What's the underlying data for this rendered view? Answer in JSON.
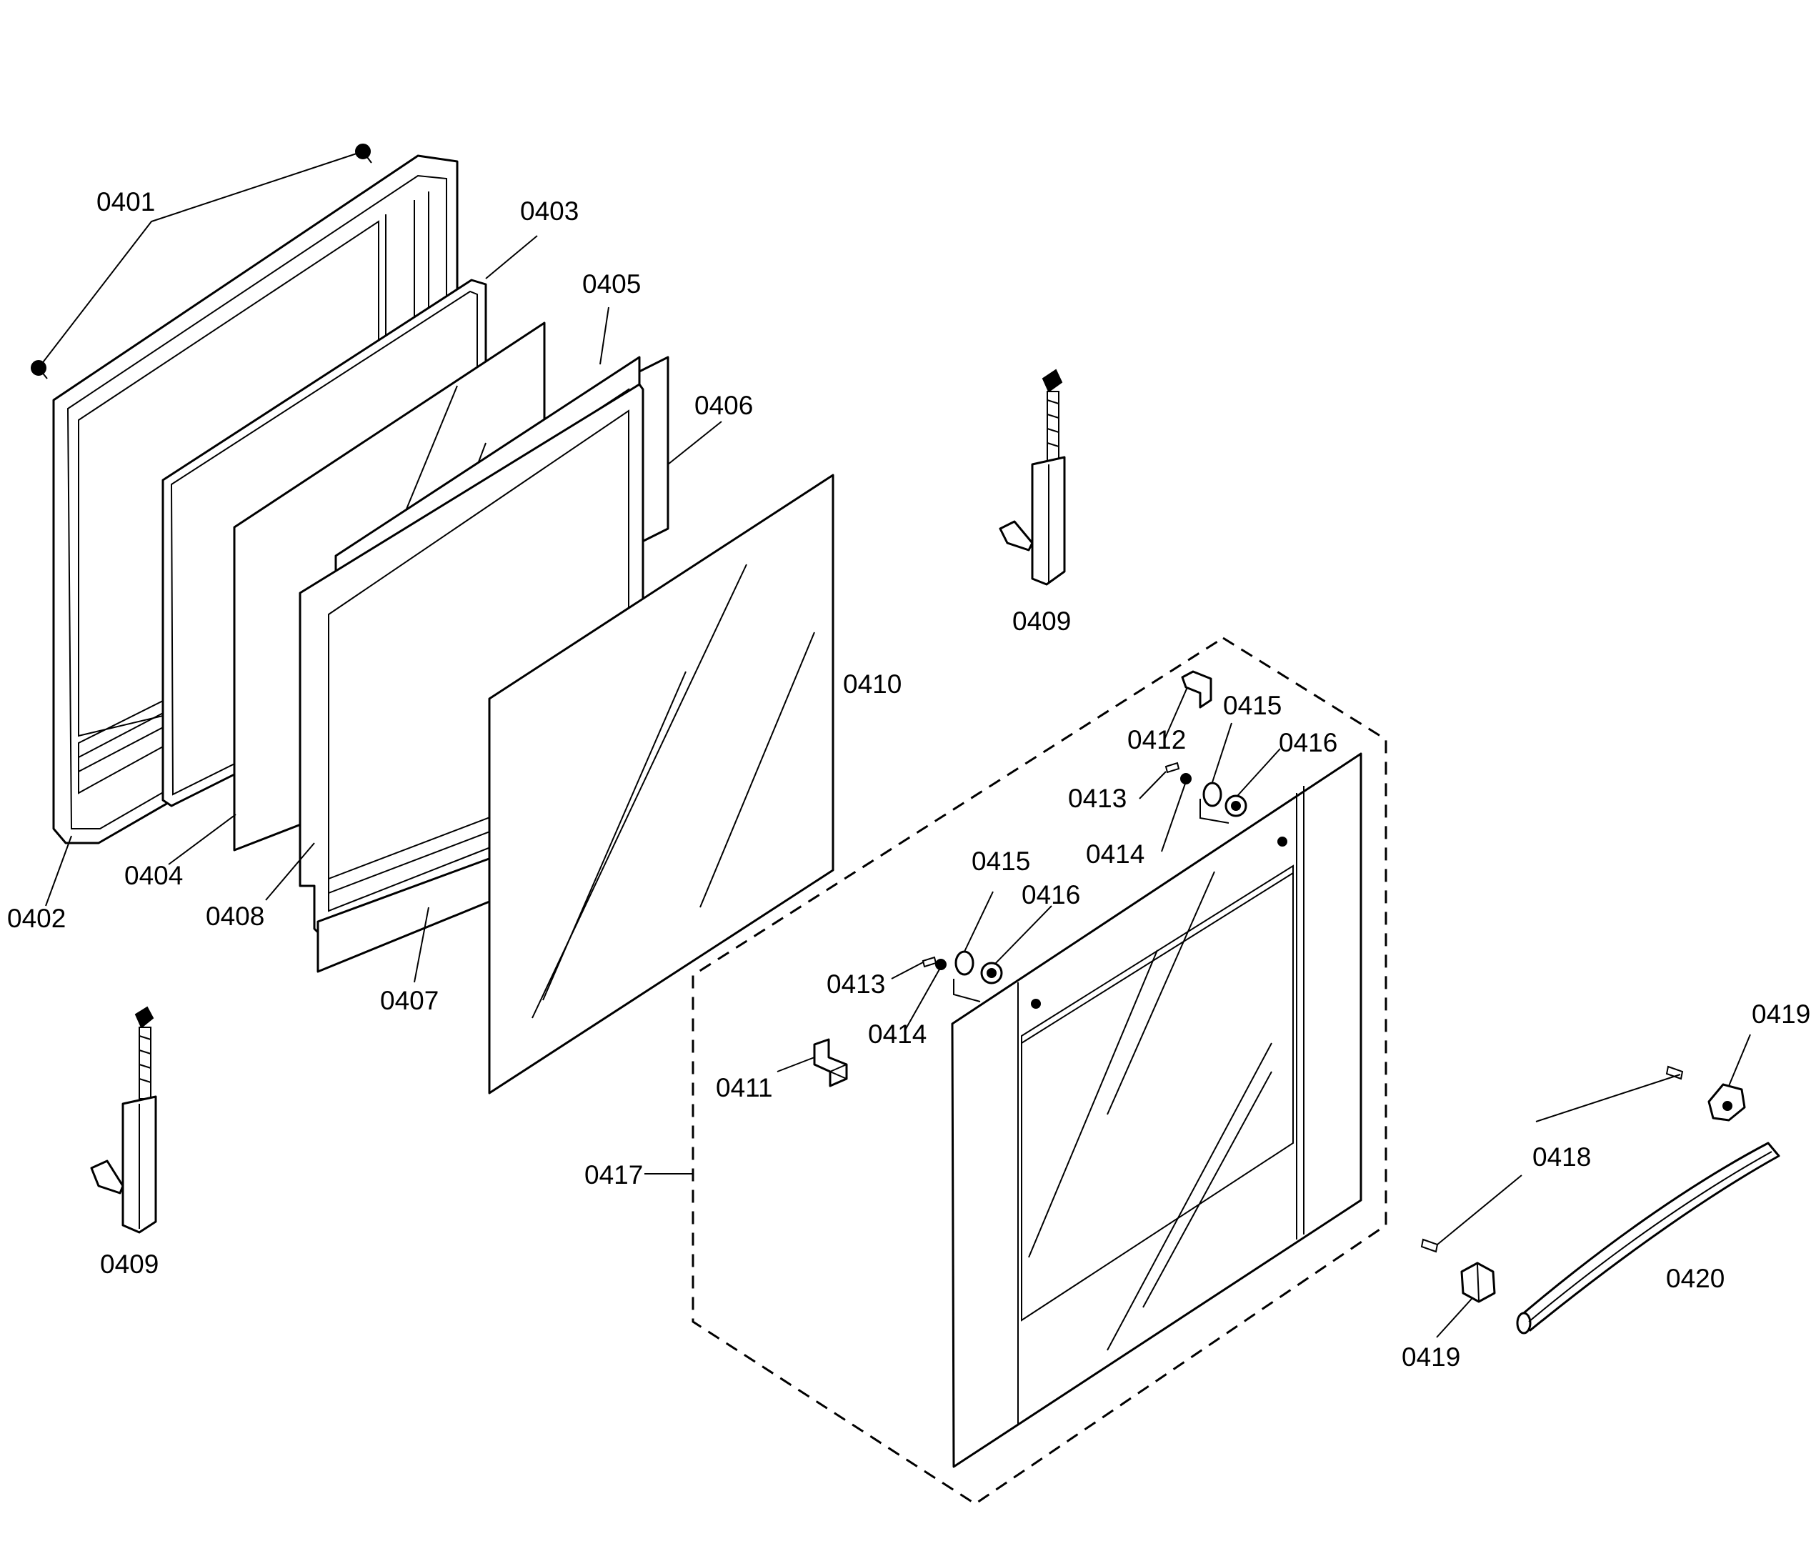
{
  "labels": {
    "p0401": "0401",
    "p0402": "0402",
    "p0403": "0403",
    "p0404": "0404",
    "p0405": "0405",
    "p0406": "0406",
    "p0407": "0407",
    "p0408": "0408",
    "p0409_a": "0409",
    "p0409_b": "0409",
    "p0410": "0410",
    "p0411": "0411",
    "p0412": "0412",
    "p0413_a": "0413",
    "p0413_b": "0413",
    "p0414_a": "0414",
    "p0414_b": "0414",
    "p0415_a": "0415",
    "p0415_b": "0415",
    "p0416_a": "0416",
    "p0416_b": "0416",
    "p0417": "0417",
    "p0418": "0418",
    "p0419_a": "0419",
    "p0419_b": "0419",
    "p0420": "0420"
  }
}
